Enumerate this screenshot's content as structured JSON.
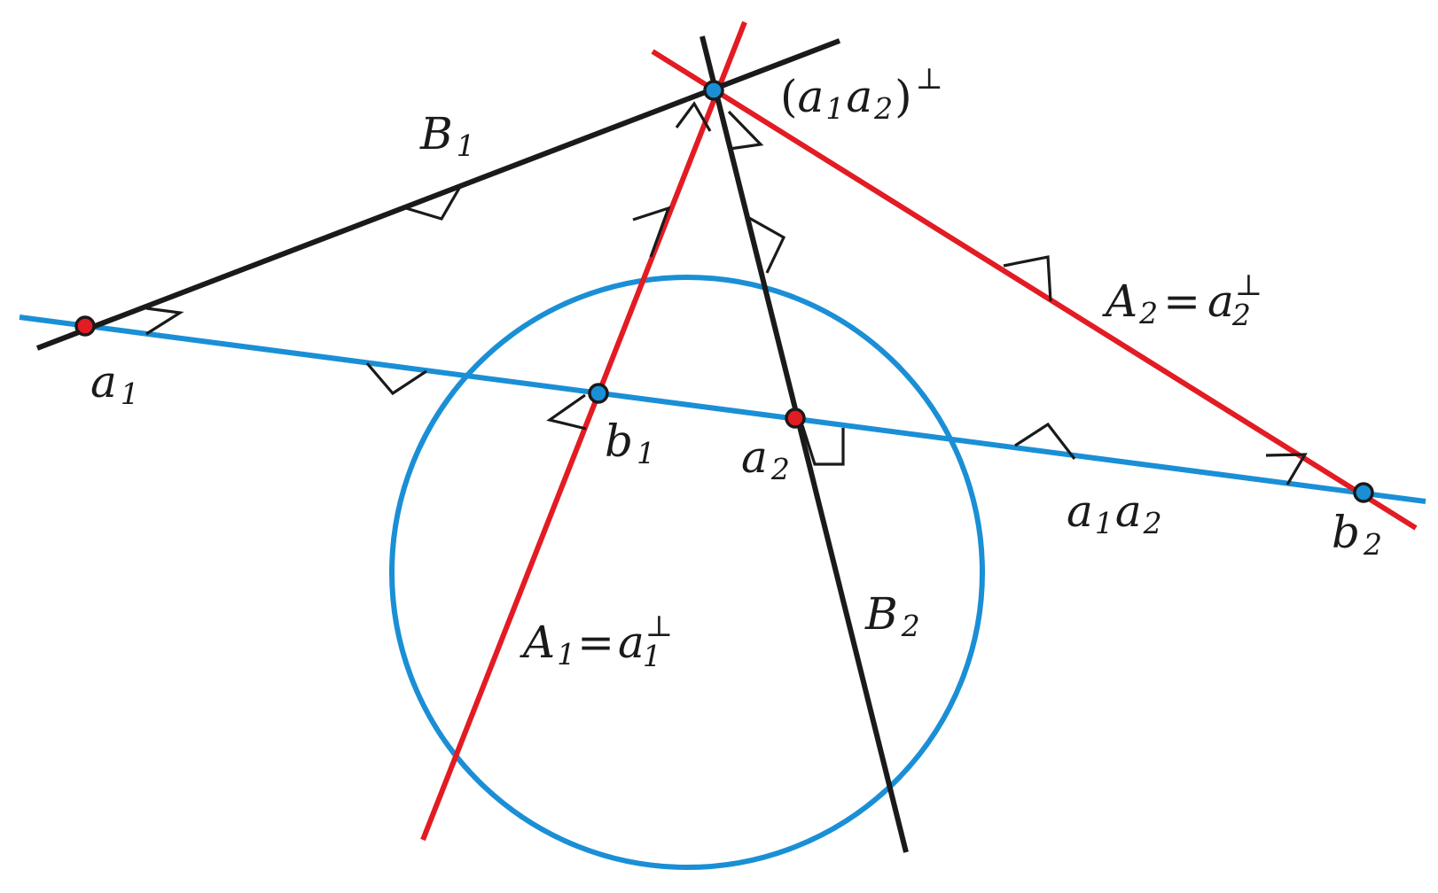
{
  "colors": {
    "circle": "#1a8fd6",
    "line_a1a2": "#1a8fd6",
    "polar_lines": "#e31b23",
    "black_lines": "#1a1a1a",
    "point_red": "#e31b23",
    "point_blue": "#1a8fd6"
  },
  "labels": {
    "a1": {
      "base": "a",
      "sub": "1"
    },
    "b1": {
      "base": "b",
      "sub": "1"
    },
    "a2": {
      "base": "a",
      "sub": "2"
    },
    "b2": {
      "base": "b",
      "sub": "2"
    },
    "B1": {
      "base": "B",
      "sub": "1"
    },
    "B2": {
      "base": "B",
      "sub": "2"
    },
    "a1a2": {
      "base1": "a",
      "sub1": "1",
      "base2": "a",
      "sub2": "2"
    },
    "A1": {
      "base": "A",
      "sub": "1",
      "eq": "=",
      "rhs": "a",
      "rhs_sub": "1",
      "sup": "⊥"
    },
    "A2": {
      "base": "A",
      "sub": "2",
      "eq": "=",
      "rhs": "a",
      "rhs_sub": "2",
      "sup": "⊥"
    },
    "pole": {
      "open": "(",
      "base1": "a",
      "sub1": "1",
      "base2": "a",
      "sub2": "2",
      "close": ")",
      "sup": "⊥"
    }
  },
  "icons": {
    "right_angle": "right-angle-marker",
    "point": "filled-circle-dot"
  }
}
